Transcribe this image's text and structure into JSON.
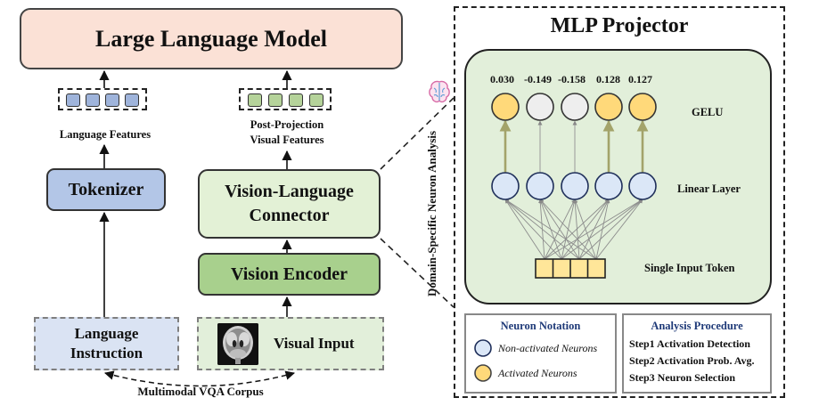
{
  "left": {
    "llm_label": "Large Language Model",
    "tokenizer_label": "Tokenizer",
    "connector_lines": [
      "Vision-Language",
      "Connector"
    ],
    "vision_encoder_label": "Vision Encoder",
    "language_instruction_lines": [
      "Language",
      "Instruction"
    ],
    "visual_input_label": "Visual Input",
    "language_features_label": "Language Features",
    "post_projection_lines": [
      "Post-Projection",
      "Visual Features"
    ],
    "corpus_label": "Multimodal  VQA Corpus"
  },
  "right": {
    "title": "MLP Projector",
    "neuron_values": [
      "0.030",
      "-0.149",
      "-0.158",
      "0.128",
      "0.127"
    ],
    "neuron_activated": [
      true,
      false,
      false,
      true,
      true
    ],
    "gelu_label": "GELU",
    "linear_label": "Linear  Layer",
    "input_token_label": "Single  Input  Token",
    "vertical_label": "Domain-Specific  Neuron Analysis",
    "notation": {
      "title": "Neuron Notation",
      "non_activated": "Non-activated Neurons",
      "activated": "Activated Neurons"
    },
    "procedure": {
      "title": "Analysis Procedure",
      "steps": [
        "Step1 Activation Detection",
        "Step2 Activation Prob. Avg.",
        "Step3 Neuron Selection"
      ]
    }
  },
  "colors": {
    "activated": "#ffd97a",
    "linear_neuron": "#dbe7f7",
    "inactive_gelu": "#eeeeee",
    "language_feature": "#9fb4db",
    "visual_feature": "#b5d39a",
    "input_token": "#ffe699"
  }
}
